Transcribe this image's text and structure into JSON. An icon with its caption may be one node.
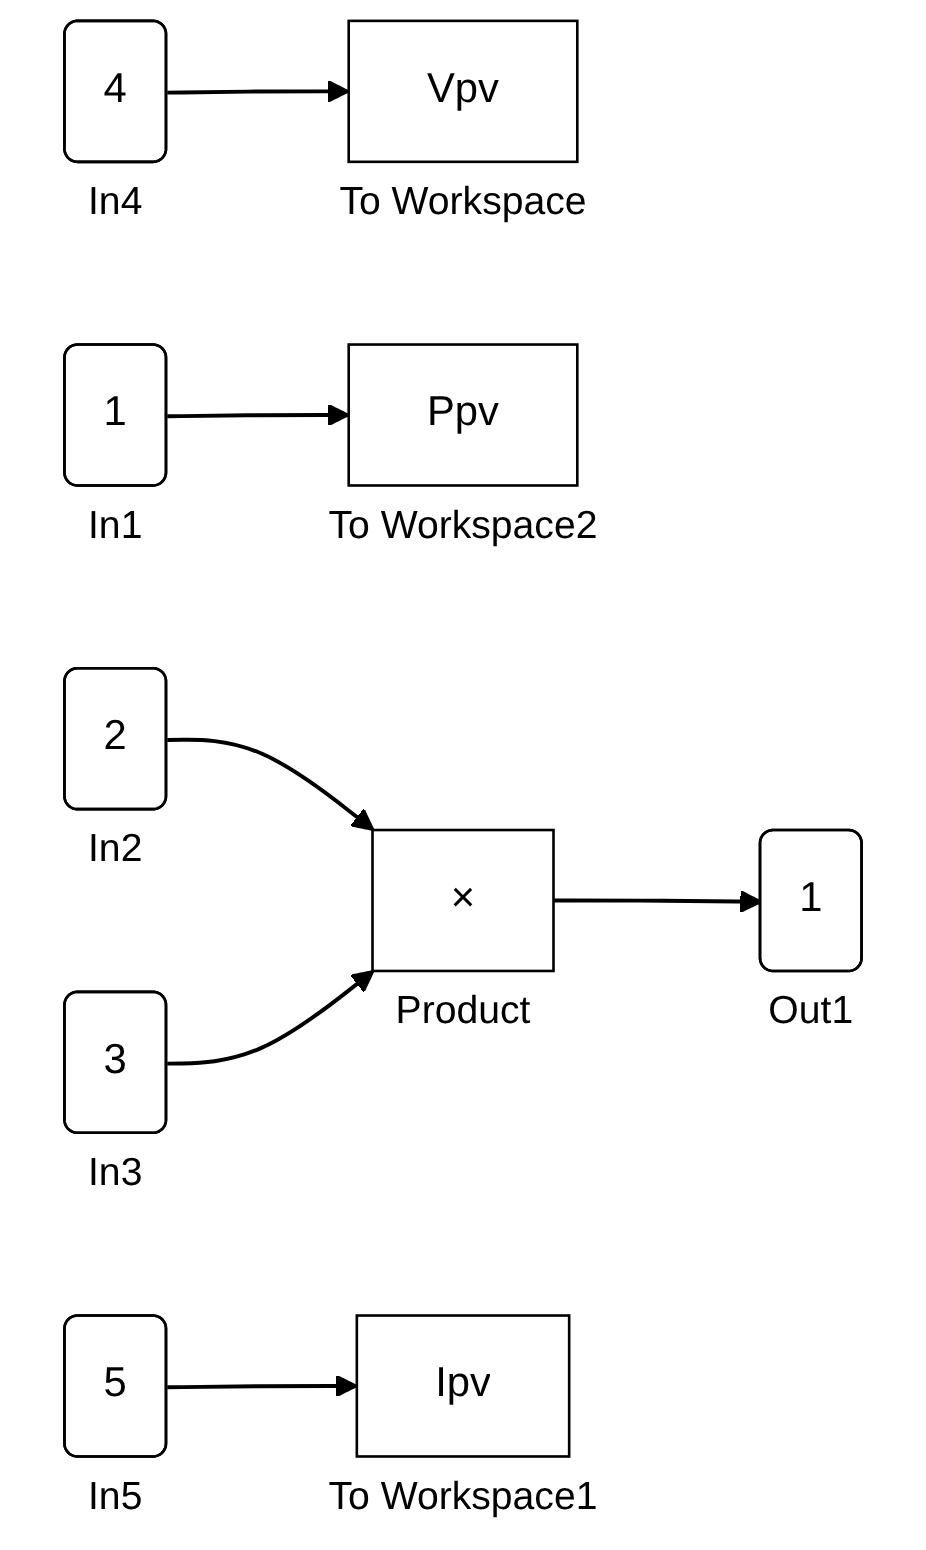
{
  "diagram": {
    "nodes": [
      {
        "text": [
          "4"
        ],
        "beside": [
          "In4"
        ]
      },
      {
        "text": [
          "Vpv"
        ],
        "beside": [
          "To Workspace"
        ]
      },
      {
        "text": [
          "1"
        ],
        "beside": [
          "In1"
        ]
      },
      {
        "text": [
          "Ppv"
        ],
        "beside": [
          "To Workspace2"
        ]
      },
      {
        "text": [
          "2"
        ],
        "beside": [
          "In2"
        ]
      },
      {
        "text": [
          "3"
        ],
        "beside": [
          "In3"
        ]
      },
      {
        "text": [
          "×"
        ],
        "beside": [
          "Product"
        ]
      },
      {
        "text": [
          "1"
        ],
        "beside": [
          "Out1"
        ]
      },
      {
        "text": [
          "5"
        ],
        "beside": [
          "In5"
        ]
      },
      {
        "text": [
          "Ipv"
        ],
        "beside": [
          "To Workspace1"
        ]
      }
    ],
    "edges": [
      {
        "from": 0,
        "to": 1,
        "arrow": "to"
      },
      {
        "from": 2,
        "to": 3,
        "arrow": "to"
      },
      {
        "from": 4,
        "to": 6,
        "arrow": "to"
      },
      {
        "from": 5,
        "to": 6,
        "arrow": "to"
      },
      {
        "from": 6,
        "to": 7,
        "arrow": "to"
      },
      {
        "from": 8,
        "to": 9,
        "arrow": "to"
      }
    ]
  }
}
